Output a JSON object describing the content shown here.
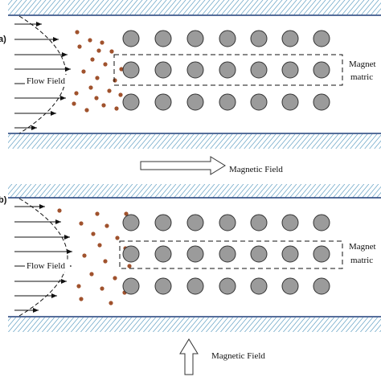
{
  "colors": {
    "hatch": "#6fa8c8",
    "wall_line": "#1f3f78",
    "circle_fill": "#9b9b9b",
    "circle_stroke": "#333333",
    "particle": "#a0522d",
    "text": "#111111"
  },
  "panels": [
    {
      "id": "a",
      "panel_label": "a)",
      "flow_label": "Flow Field",
      "matrices_label_line1": "Magnet",
      "matrices_label_line2": "matric",
      "field_label": "Magnetic Field",
      "field_direction": "right"
    },
    {
      "id": "b",
      "panel_label": "b)",
      "flow_label": "Flow Field",
      "matrices_label_line1": "Magnet",
      "matrices_label_line2": "matric",
      "field_label": "Magnetic Field",
      "field_direction": "up"
    }
  ]
}
